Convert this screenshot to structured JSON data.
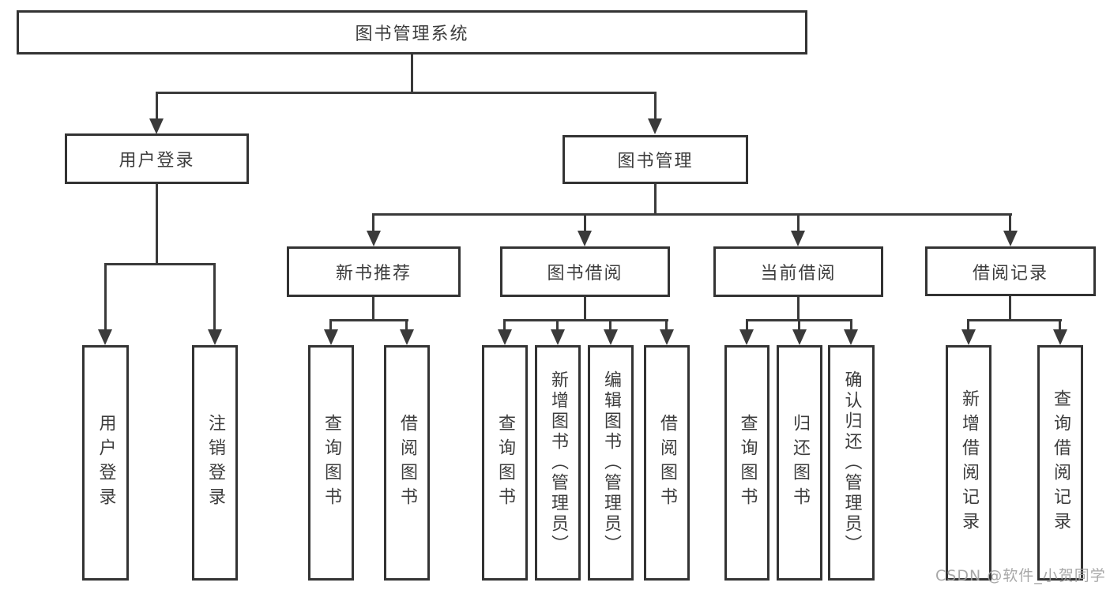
{
  "diagram": {
    "title": "图书管理系统",
    "watermark": "CSDN @软件_小贺同学",
    "colors": {
      "line": "#3a3a3a",
      "box_border": "#333333",
      "text": "#3d3d3d",
      "background": "#ffffff",
      "watermark": "#9e9e9e"
    },
    "nodes": {
      "root": {
        "label": "图书管理系统"
      },
      "user_login": {
        "label": "用户登录"
      },
      "book_mgmt": {
        "label": "图书管理"
      },
      "new_book_rec": {
        "label": "新书推荐"
      },
      "book_borrow": {
        "label": "图书借阅"
      },
      "current_borrow": {
        "label": "当前借阅"
      },
      "borrow_record": {
        "label": "借阅记录"
      },
      "ul_login": {
        "label": "用户登录"
      },
      "ul_logout": {
        "label": "注销登录"
      },
      "nb_query": {
        "label": "查询图书"
      },
      "nb_borrow": {
        "label": "借阅图书"
      },
      "bb_query": {
        "label": "查询图书"
      },
      "bb_add": {
        "label": "新增图书（管理员）"
      },
      "bb_edit": {
        "label": "编辑图书（管理员）"
      },
      "bb_borrow": {
        "label": "借阅图书"
      },
      "cb_query": {
        "label": "查询图书"
      },
      "cb_return": {
        "label": "归还图书"
      },
      "cb_confirm": {
        "label": "确认归还（管理员）"
      },
      "br_add": {
        "label": "新增借阅记录"
      },
      "br_query": {
        "label": "查询借阅记录"
      }
    },
    "hierarchy": {
      "图书管理系统": {
        "用户登录": [
          "用户登录",
          "注销登录"
        ],
        "图书管理": {
          "新书推荐": [
            "查询图书",
            "借阅图书"
          ],
          "图书借阅": [
            "查询图书",
            "新增图书（管理员）",
            "编辑图书（管理员）",
            "借阅图书"
          ],
          "当前借阅": [
            "查询图书",
            "归还图书",
            "确认归还（管理员）"
          ],
          "借阅记录": [
            "新增借阅记录",
            "查询借阅记录"
          ]
        }
      }
    }
  }
}
